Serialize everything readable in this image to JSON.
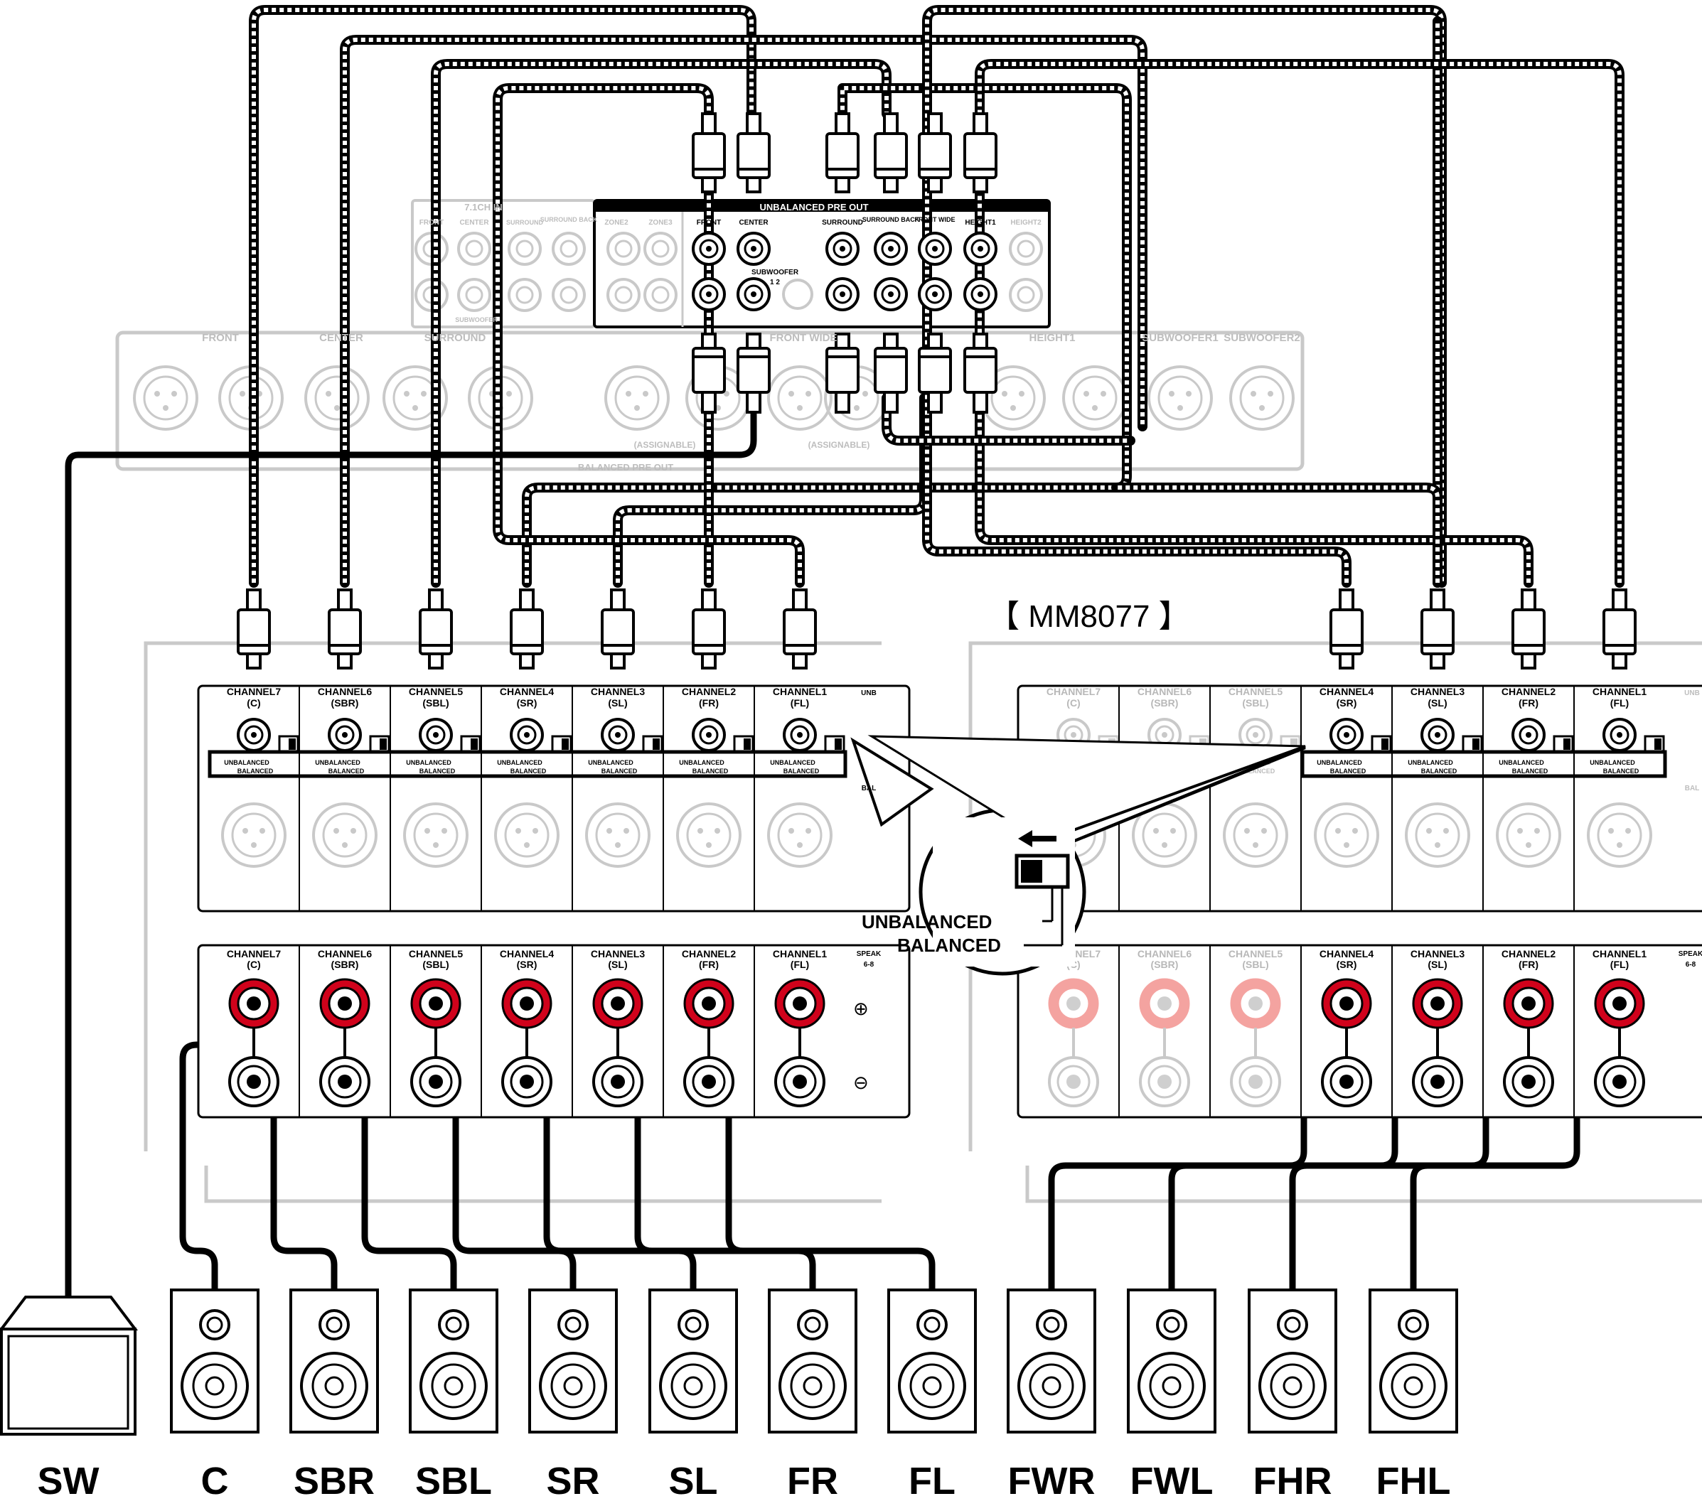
{
  "model_label": "【 MM8077 】",
  "preamp": {
    "section_title": "UNBALANCED PRE OUT",
    "input_title": "7.1CH IN",
    "output_labels": [
      "FRONT",
      "CENTER",
      "SURROUND",
      "SURROUND BACK",
      "FRONT WIDE",
      "HEIGHT1"
    ],
    "gray_output_labels": [
      "ZONE2",
      "ZONE3",
      "HEIGHT2"
    ],
    "input_labels": [
      "FRONT",
      "CENTER",
      "SURROUND",
      "SURROUND BACK"
    ],
    "subwoofer_label": "SUBWOOFER",
    "subwoofer_numbers": "1  2",
    "input_subwoofer_label": "SUBWOOFER",
    "balanced_labels": [
      "FRONT",
      "CENTER",
      "SURROUND",
      "FRONT WIDE",
      "HEIGHT1",
      "SUBWOOFER1",
      "SUBWOOFER2"
    ],
    "balanced_section": "BALANCED PRE OUT",
    "assignable": "(ASSIGNABLE)"
  },
  "amp_channels": [
    {
      "name": "CHANNEL7",
      "code": "(C)"
    },
    {
      "name": "CHANNEL6",
      "code": "(SBR)"
    },
    {
      "name": "CHANNEL5",
      "code": "(SBL)"
    },
    {
      "name": "CHANNEL4",
      "code": "(SR)"
    },
    {
      "name": "CHANNEL3",
      "code": "(SL)"
    },
    {
      "name": "CHANNEL2",
      "code": "(FR)"
    },
    {
      "name": "CHANNEL1",
      "code": "(FL)"
    }
  ],
  "switch_labels": {
    "unbalanced": "UNBALANCED",
    "balanced": "BALANCED"
  },
  "callout": {
    "unbalanced": "UNBALANCED",
    "balanced": "BALANCED"
  },
  "side_labels": {
    "unb": "UNB",
    "bal": "BAL",
    "speaker": "SPEAK",
    "speaker_sub": "6-8",
    "plus": "⊕",
    "minus": "⊖"
  },
  "speakers": [
    "SW",
    "C",
    "SBR",
    "SBL",
    "SR",
    "SL",
    "FR",
    "FL",
    "FWR",
    "FWL",
    "FHR",
    "FHL"
  ]
}
